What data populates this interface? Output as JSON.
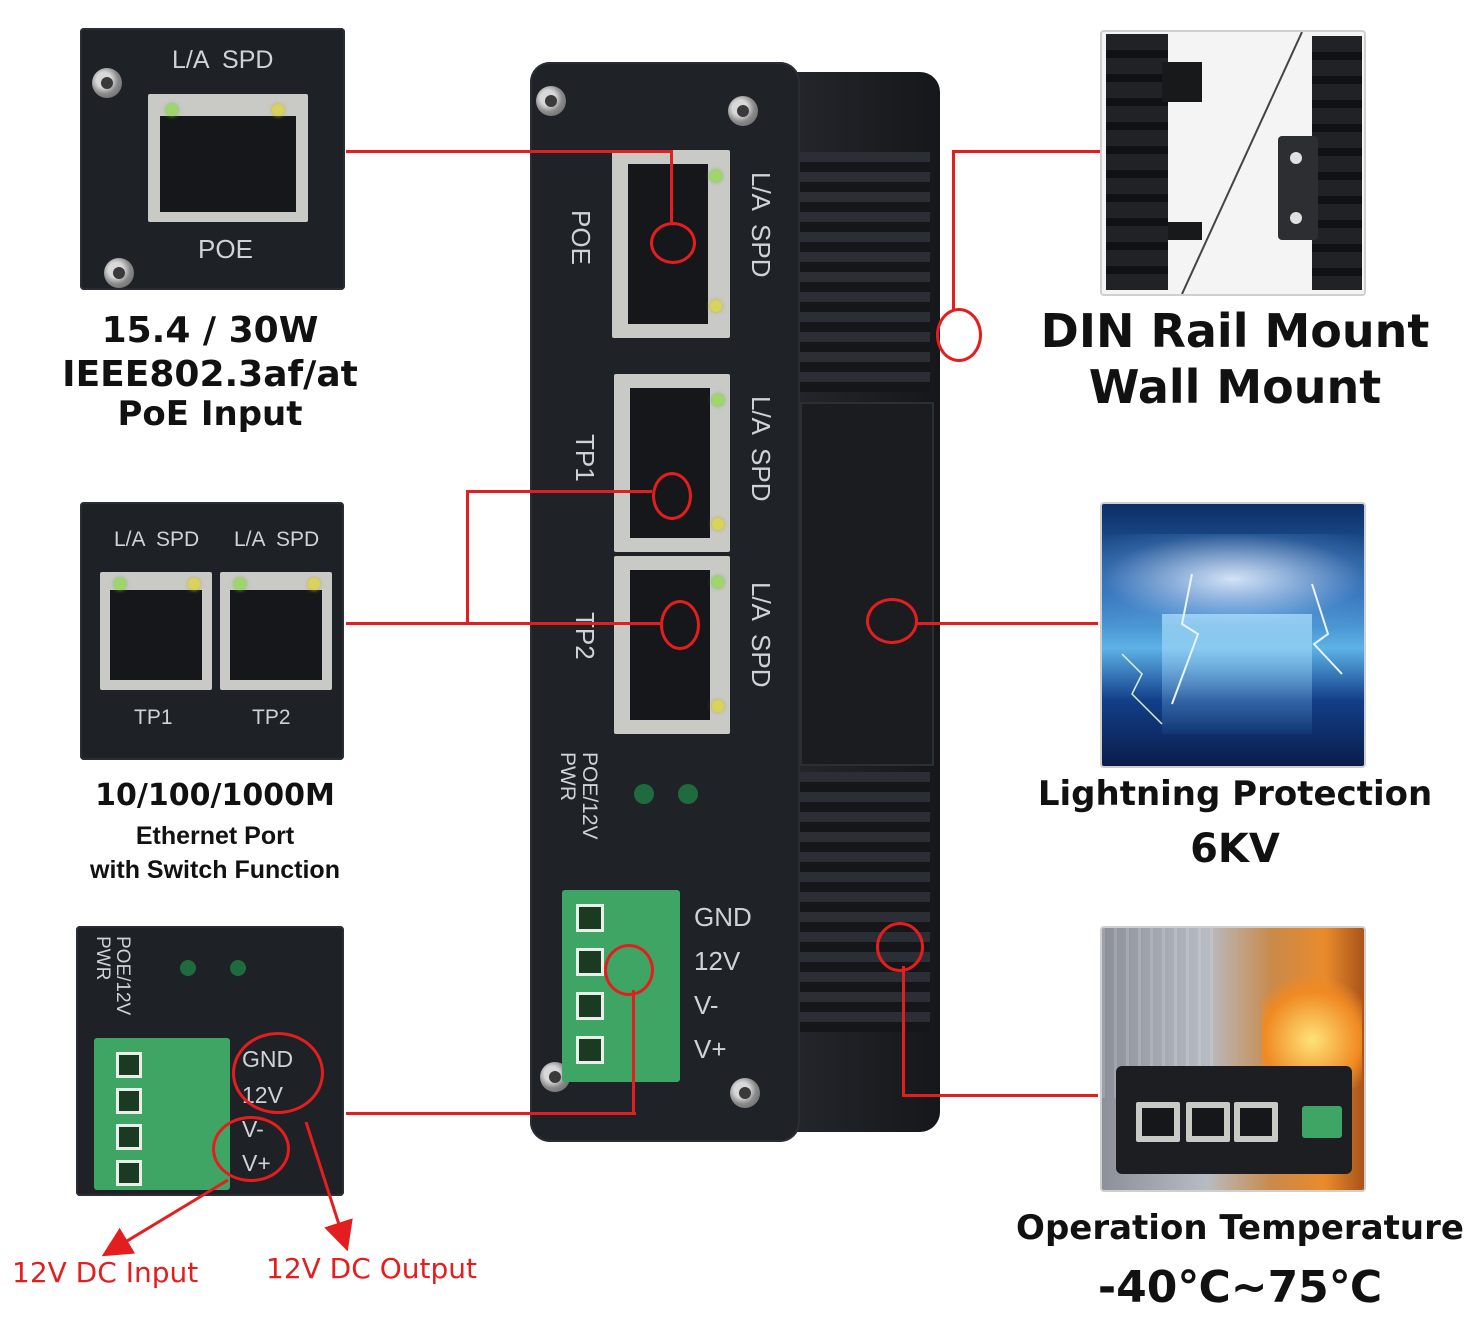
{
  "poe_panel": {
    "led_labels": "L/A  SPD",
    "port_label": "POE"
  },
  "poe_caption": {
    "line1": "15.4 / 30W",
    "line2": "IEEE802.3af/at",
    "line3": "PoE  Input"
  },
  "tp_panel": {
    "led_labels_1": "L/A  SPD",
    "led_labels_2": "L/A  SPD",
    "port1_label": "TP1",
    "port2_label": "TP2"
  },
  "tp_caption": {
    "line1": "10/100/1000M",
    "line2": "Ethernet Port",
    "line3": "with Switch Function"
  },
  "power_panel": {
    "led_label": "POE/12V\nPWR",
    "terminal_labels": [
      "GND",
      "12V",
      "V-",
      "V+"
    ]
  },
  "power_annotations": {
    "input": "12V DC Input",
    "output": "12V DC Output"
  },
  "device": {
    "poe_label": "POE",
    "poe_leds": "L/A  SPD",
    "tp1_label": "TP1",
    "tp1_leds": "L/A  SPD",
    "tp2_label": "TP2",
    "tp2_leds": "L/A  SPD",
    "pwr_label": "POE/12V\nPWR",
    "terminal_labels": [
      "GND",
      "12V",
      "V-",
      "V+"
    ]
  },
  "din_caption": {
    "line1": "DIN Rail Mount",
    "line2": "Wall Mount"
  },
  "lightning_caption": {
    "line1": "Lightning Protection",
    "line2": "6KV"
  },
  "temp_caption": {
    "line1": "Operation Temperature",
    "line2": "-40℃~75℃"
  },
  "colors": {
    "annotation_red": "#e41e1e",
    "device_body": "#1e2126",
    "terminal_green": "#3fa564"
  }
}
